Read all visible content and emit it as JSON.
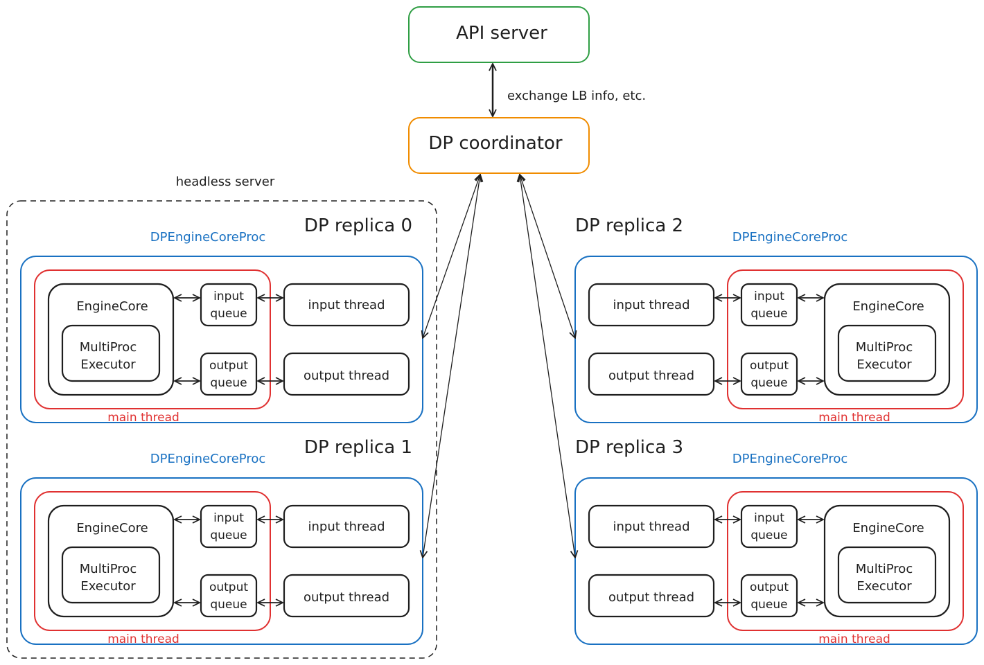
{
  "colors": {
    "api": "#2f9e44",
    "coordinator": "#f08c00",
    "proc": "#1971c2",
    "main_thread": "#e03131",
    "ink": "#1e1e1e"
  },
  "api_server": {
    "label": "API server"
  },
  "coordinator": {
    "label": "DP coordinator"
  },
  "link_label": "exchange LB info, etc.",
  "headless_label": "headless server",
  "replicas": [
    {
      "title": "DP replica 0",
      "proc": "DPEngineCoreProc",
      "engine": "EngineCore",
      "executor_line1": "MultiProc",
      "executor_line2": "Executor",
      "input_queue": [
        "input",
        "queue"
      ],
      "output_queue": [
        "output",
        "queue"
      ],
      "input_thread": "input thread",
      "output_thread": "output thread",
      "main_thread": "main thread"
    },
    {
      "title": "DP replica 1",
      "proc": "DPEngineCoreProc",
      "engine": "EngineCore",
      "executor_line1": "MultiProc",
      "executor_line2": "Executor",
      "input_queue": [
        "input",
        "queue"
      ],
      "output_queue": [
        "output",
        "queue"
      ],
      "input_thread": "input thread",
      "output_thread": "output thread",
      "main_thread": "main thread"
    },
    {
      "title": "DP replica 2",
      "proc": "DPEngineCoreProc",
      "engine": "EngineCore",
      "executor_line1": "MultiProc",
      "executor_line2": "Executor",
      "input_queue": [
        "input",
        "queue"
      ],
      "output_queue": [
        "output",
        "queue"
      ],
      "input_thread": "input thread",
      "output_thread": "output thread",
      "main_thread": "main thread"
    },
    {
      "title": "DP replica 3",
      "proc": "DPEngineCoreProc",
      "engine": "EngineCore",
      "executor_line1": "MultiProc",
      "executor_line2": "Executor",
      "input_queue": [
        "input",
        "queue"
      ],
      "output_queue": [
        "output",
        "queue"
      ],
      "input_thread": "input thread",
      "output_thread": "output thread",
      "main_thread": "main thread"
    }
  ]
}
